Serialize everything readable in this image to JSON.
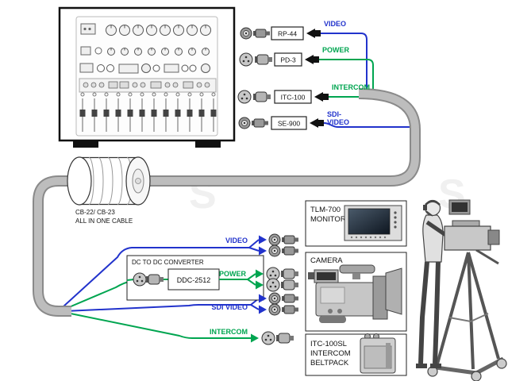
{
  "top_rows": [
    {
      "model": "RP-44",
      "signal": "VIDEO"
    },
    {
      "model": "PD-3",
      "signal": "POWER"
    },
    {
      "model": "ITC-100",
      "signal": "INTERCOM"
    },
    {
      "model": "SE-900",
      "signal_line1": "SDI-",
      "signal_line2": "VIDEO"
    }
  ],
  "cable_label": {
    "line1": "CB-22/ CB-23",
    "line2": "ALL IN ONE CABLE"
  },
  "branches": {
    "video": "VIDEO",
    "power": "POWER",
    "sdi": "SDI VIDEO",
    "intercom": "INTERCOM"
  },
  "converter": {
    "title": "DC TO DC CONVERTER",
    "model": "DDC-2512"
  },
  "devices": {
    "monitor": {
      "line1": "TLM-700",
      "line2": "MONITOR"
    },
    "camera": {
      "label": "CAMERA"
    },
    "beltpack": {
      "line1": "ITC-100SL",
      "line2": "INTERCOM",
      "line3": "BELTPACK"
    }
  },
  "icons": {
    "bnc": "bnc-connector-icon",
    "xlr": "xlr-connector-icon",
    "plug_arrow": "cable-plug-arrow-icon"
  },
  "colors": {
    "video_line": "#2233cc",
    "sdi_line": "#2233cc",
    "power_line": "#00a550",
    "intercom_line": "#00a550",
    "cable": "#bdbdbd"
  }
}
